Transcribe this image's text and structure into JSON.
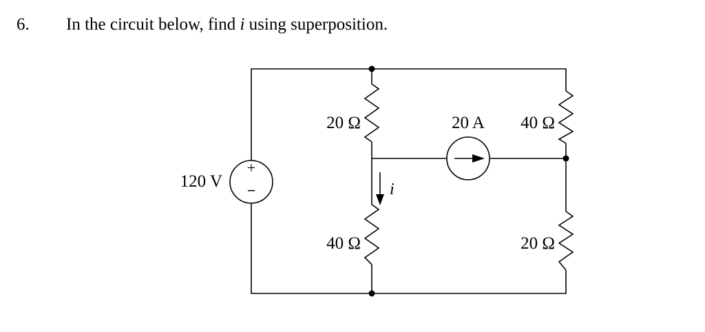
{
  "problem": {
    "number": "6.",
    "text_before": "In the circuit below, find ",
    "variable": "i",
    "text_after": " using superposition."
  },
  "circuit": {
    "voltage_source": {
      "label": "120 V",
      "plus_sign": "+",
      "minus_sign": "−"
    },
    "current_source": {
      "label": "20 A"
    },
    "resistors": {
      "top_middle": "20 Ω",
      "bottom_middle": "40 Ω",
      "top_right": "40 Ω",
      "bottom_right": "20 Ω"
    },
    "current_label": "i"
  },
  "colors": {
    "ink": "#000000",
    "background": "#ffffff"
  }
}
